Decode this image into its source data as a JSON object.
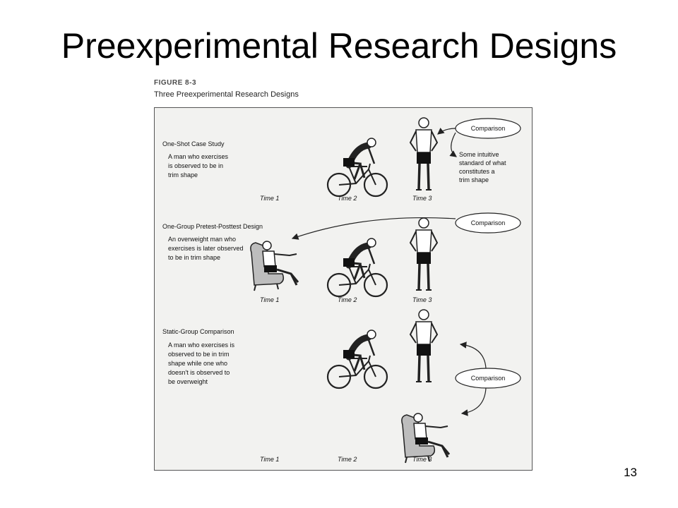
{
  "slide": {
    "title": "Preexperimental Research Designs",
    "page_number": "13"
  },
  "figure": {
    "label": "FIGURE 8-3",
    "caption": "Three Preexperimental Research Designs",
    "time_labels": [
      "Time 1",
      "Time 2",
      "Time 3"
    ],
    "comparison_label": "Comparison",
    "designs": [
      {
        "name": "One-Shot Case Study",
        "description": [
          "A man who exercises",
          "is observed to be in",
          "trim shape"
        ],
        "standard_note": [
          "Some intuitive",
          "standard of what",
          "constitutes a",
          "trim shape"
        ]
      },
      {
        "name": "One-Group Pretest-Posttest Design",
        "description": [
          "An overweight man who",
          "exercises is later observed",
          "to be in trim shape"
        ]
      },
      {
        "name": "Static-Group Comparison",
        "description": [
          "A man who exercises is",
          "observed to be in trim",
          "shape while one who",
          "doesn't is observed to",
          "be overweight"
        ]
      }
    ]
  }
}
